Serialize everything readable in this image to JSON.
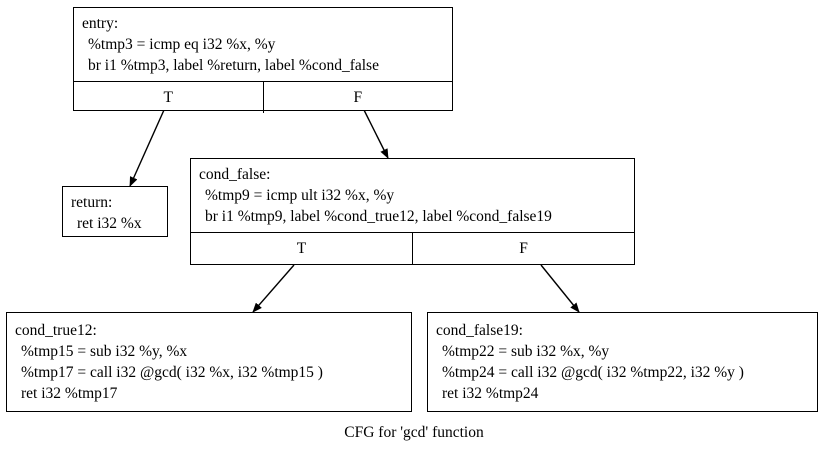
{
  "graph": {
    "caption": "CFG for 'gcd' function",
    "nodes": {
      "entry": {
        "label": "entry:",
        "lines": [
          "%tmp3 = icmp eq i32 %x, %y",
          "br i1 %tmp3, label %return, label %cond_false"
        ],
        "ports": {
          "true": "T",
          "false": "F"
        }
      },
      "return": {
        "label": "return:",
        "lines": [
          "ret i32 %x"
        ]
      },
      "cond_false": {
        "label": "cond_false:",
        "lines": [
          "%tmp9 = icmp ult i32 %x, %y",
          "br i1 %tmp9, label %cond_true12, label %cond_false19"
        ],
        "ports": {
          "true": "T",
          "false": "F"
        }
      },
      "cond_true12": {
        "label": "cond_true12:",
        "lines": [
          "%tmp15 = sub i32 %y, %x",
          "%tmp17 = call i32 @gcd( i32 %x, i32 %tmp15 )",
          "ret i32 %tmp17"
        ]
      },
      "cond_false19": {
        "label": "cond_false19:",
        "lines": [
          "%tmp22 = sub i32 %x, %y",
          "%tmp24 = call i32 @gcd( i32 %tmp22, i32 %y )",
          "ret i32 %tmp24"
        ]
      }
    },
    "edges": [
      {
        "from": "entry:T",
        "to": "return"
      },
      {
        "from": "entry:F",
        "to": "cond_false"
      },
      {
        "from": "cond_false:T",
        "to": "cond_true12"
      },
      {
        "from": "cond_false:F",
        "to": "cond_false19"
      }
    ],
    "colors": {
      "stroke": "#000000",
      "background": "#ffffff",
      "text": "#000000"
    }
  }
}
